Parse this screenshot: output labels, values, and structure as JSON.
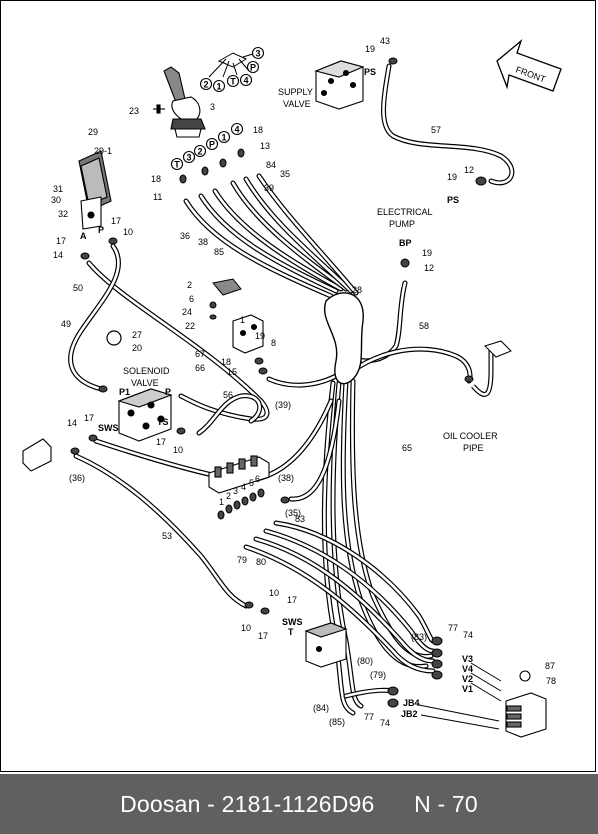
{
  "diagram": {
    "direction_arrow": "FRONT",
    "components": {
      "supply_valve": [
        "SUPPLY",
        "VALVE"
      ],
      "electrical_pump": [
        "ELECTRICAL",
        "PUMP"
      ],
      "solenoid_valve": [
        "SOLENOID",
        "VALVE"
      ],
      "oil_cooler_pipe": [
        "OIL COOLER",
        "PIPE"
      ]
    },
    "port_labels": [
      "PS",
      "PS",
      "BP",
      "A",
      "P",
      "P1",
      "P",
      "SWS",
      "TS",
      "SWS",
      "T",
      "V3",
      "V4",
      "V2",
      "V1",
      "JB4",
      "JB2"
    ],
    "circled_numbers": [
      "3",
      "2",
      "1",
      "T",
      "4",
      "P",
      "T",
      "3",
      "2",
      "P",
      "1",
      "4"
    ],
    "callouts": [
      "43",
      "19",
      "57",
      "19",
      "12",
      "19",
      "12",
      "23",
      "3",
      "29",
      "29-1",
      "31",
      "30",
      "32",
      "17",
      "10",
      "17",
      "14",
      "18",
      "13",
      "18",
      "11",
      "84",
      "35",
      "39",
      "36",
      "38",
      "85",
      "50",
      "28",
      "58",
      "2",
      "6",
      "24",
      "22",
      "1",
      "27",
      "20",
      "49",
      "67",
      "66",
      "19",
      "8",
      "18",
      "15",
      "(39)",
      "56",
      "17",
      "10",
      "14",
      "17",
      "(36)",
      "65",
      "(38)",
      "(35)",
      "1",
      "2",
      "3",
      "4",
      "5",
      "6",
      "83",
      "79",
      "80",
      "53",
      "10",
      "17",
      "10",
      "17",
      "(83)",
      "77",
      "74",
      "(80)",
      "(79)",
      "(84)",
      "(85)",
      "77",
      "74",
      "87",
      "78"
    ]
  },
  "footer": {
    "brand": "Doosan",
    "part_number": "2181-1126D96",
    "page": "N - 70"
  }
}
